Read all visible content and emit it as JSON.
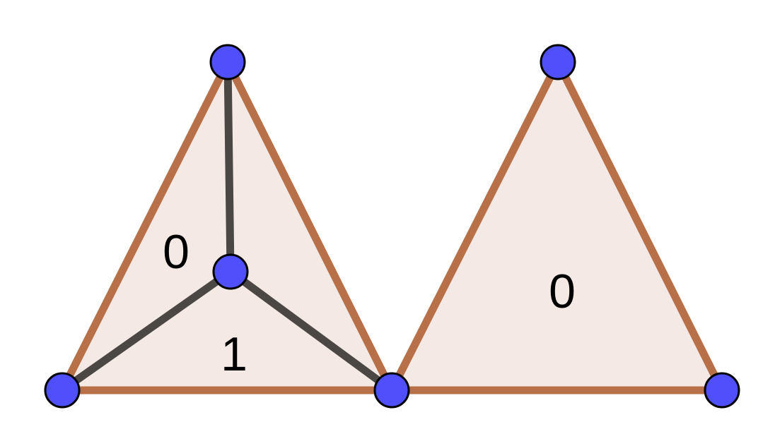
{
  "colors": {
    "background": "#ffffff",
    "triangle_fill": "#f4e9e4",
    "triangle_edge": "#b87049",
    "inner_edge": "#4a4744",
    "vertex_fill": "#5050fb",
    "vertex_stroke": "#000000"
  },
  "faces": [
    {
      "id": "left-upper-left",
      "label": "0"
    },
    {
      "id": "left-bottom",
      "label": "1"
    },
    {
      "id": "right",
      "label": "0"
    }
  ],
  "vertices": [
    {
      "id": "left-apex"
    },
    {
      "id": "left-center"
    },
    {
      "id": "left-bottom-left"
    },
    {
      "id": "shared-bottom"
    },
    {
      "id": "right-apex"
    },
    {
      "id": "right-bottom-right"
    }
  ]
}
